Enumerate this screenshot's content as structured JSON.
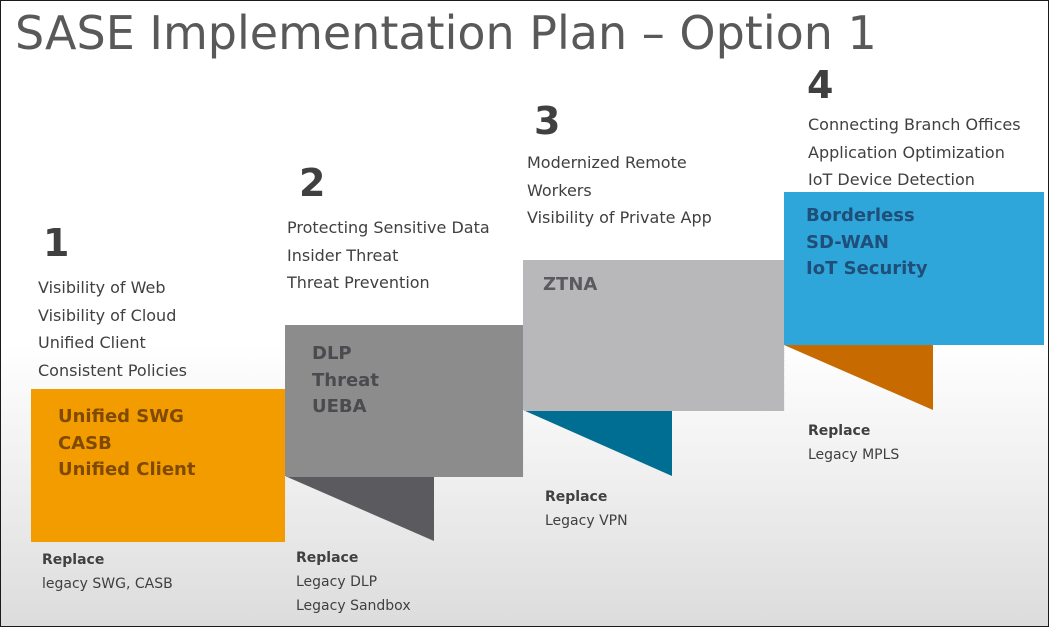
{
  "title": "SASE Implementation Plan – Option 1",
  "colors": {
    "orange": "#F29C00",
    "orange_shadow": "#C76A00",
    "dark_gray": "#8C8C8C",
    "dark_gray_shadow": "#5A5A5F",
    "light_gray": "#B8B8BA",
    "blue": "#2FA6DA",
    "blue_shadow": "#006E92",
    "text": "#404040"
  },
  "steps": [
    {
      "number": "1",
      "features": [
        "Visibility of Web",
        "Visibility of Cloud",
        "Unified Client",
        "Consistent Policies"
      ],
      "block": [
        "Unified SWG",
        "CASB",
        "Unified Client"
      ],
      "replace_label": "Replace",
      "replace": [
        "legacy SWG, CASB"
      ]
    },
    {
      "number": "2",
      "features": [
        "Protecting Sensitive Data",
        "Insider Threat",
        "Threat Prevention"
      ],
      "block": [
        "DLP",
        "Threat",
        "UEBA"
      ],
      "replace_label": "Replace",
      "replace": [
        "Legacy DLP",
        "Legacy Sandbox"
      ]
    },
    {
      "number": "3",
      "features": [
        "Modernized Remote",
        "Workers",
        "Visibility of Private App"
      ],
      "block": [
        "ZTNA"
      ],
      "replace_label": "Replace",
      "replace": [
        "Legacy VPN"
      ]
    },
    {
      "number": "4",
      "features": [
        "Connecting Branch Offices",
        "Application Optimization",
        "IoT Device Detection"
      ],
      "block": [
        "Borderless",
        "SD-WAN",
        "IoT Security"
      ],
      "replace_label": "Replace",
      "replace": [
        "Legacy MPLS"
      ]
    }
  ]
}
